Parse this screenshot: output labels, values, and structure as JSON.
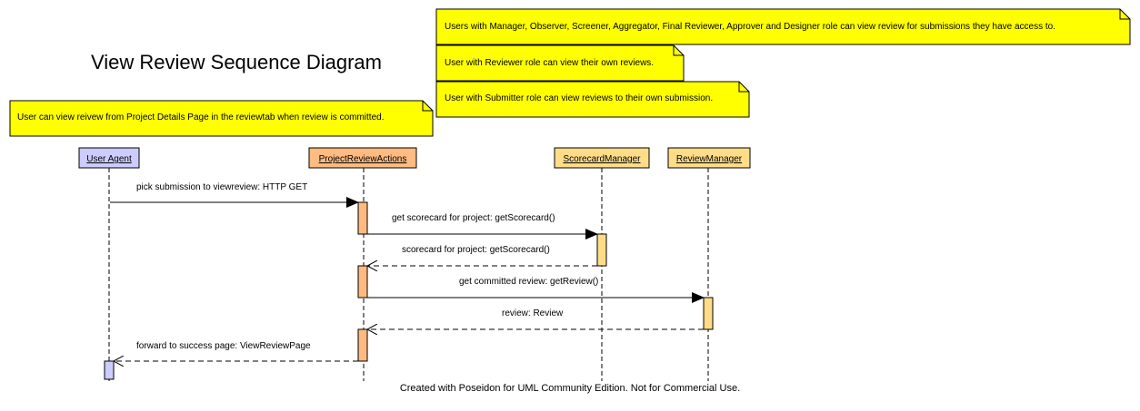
{
  "title": "View Review Sequence Diagram",
  "notes": [
    "Users with Manager, Observer, Screener, Aggregator, Final Reviewer, Approver and Designer role can view review for submissions they have access to.",
    "User with Reviewer role can view their own reviews.",
    "User with Submitter role can view reviews to their own submission.",
    "User can view reivew from Project Details Page in the reviewtab when review is committed."
  ],
  "lifelines": [
    {
      "name": "User Agent"
    },
    {
      "name": "ProjectReviewActions"
    },
    {
      "name": "ScorecardManager"
    },
    {
      "name": "ReviewManager"
    }
  ],
  "messages": [
    {
      "label": "pick submission to viewreview: HTTP GET",
      "from": 0,
      "to": 1,
      "kind": "call"
    },
    {
      "label": "get scorecard for project: getScorecard()",
      "from": 1,
      "to": 2,
      "kind": "call"
    },
    {
      "label": "scorecard for project: getScorecard()",
      "from": 2,
      "to": 1,
      "kind": "return"
    },
    {
      "label": "get committed review: getReview()",
      "from": 1,
      "to": 3,
      "kind": "call"
    },
    {
      "label": "review: Review",
      "from": 3,
      "to": 1,
      "kind": "return"
    },
    {
      "label": "forward to success page: ViewReviewPage",
      "from": 1,
      "to": 0,
      "kind": "return"
    }
  ],
  "footer": "Created with Poseidon for UML Community Edition. Not for Commercial Use.",
  "colors": {
    "note_fill": "#ffff00",
    "user_agent_fill": "#ccccff",
    "project_review_actions_fill": "#ffbb80",
    "manager_fill": "#ffdd88",
    "line": "#000000"
  }
}
